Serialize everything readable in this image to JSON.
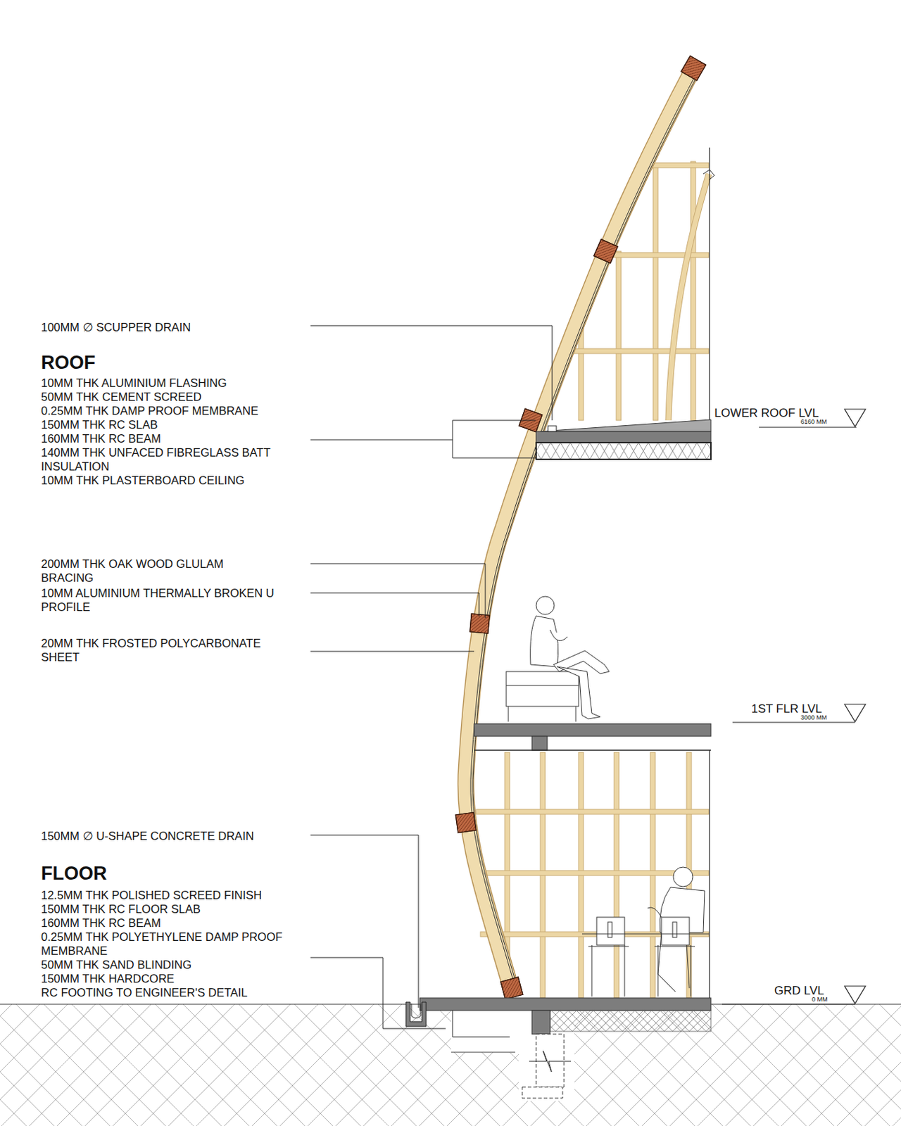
{
  "diagram": {
    "labels": [
      "100MM ∅ SCUPPER DRAIN",
      "ROOF",
      "10MM THK ALUMINIUM FLASHING",
      "50MM THK CEMENT SCREED",
      "0.25MM THK DAMP PROOF MEMBRANE",
      "150MM THK RC SLAB",
      "160MM THK RC BEAM",
      "140MM THK UNFACED FIBREGLASS BATT INSULATION",
      "10MM THK PLASTERBOARD CEILING",
      "200MM THK OAK WOOD GLULAM BRACING",
      "10MM ALUMINIUM THERMALLY BROKEN U PROFILE",
      "20MM THK FROSTED POLYCARBONATE SHEET",
      "150MM ∅ U-SHAPE CONCRETE DRAIN",
      "FLOOR",
      "12.5MM THK POLISHED SCREED FINISH",
      "150MM THK RC FLOOR SLAB",
      "160MM THK RC BEAM",
      "0.25MM THK POLYETHYLENE DAMP PROOF MEMBRANE",
      "50MM THK SAND BLINDING",
      "150MM THK HARDCORE",
      "RC FOOTING TO ENGINEER'S DETAIL",
      "LOWER ROOF LVL",
      "6160 MM",
      "1ST FLR LVL",
      "3000 MM",
      "GRD LVL",
      "0 MM"
    ]
  }
}
